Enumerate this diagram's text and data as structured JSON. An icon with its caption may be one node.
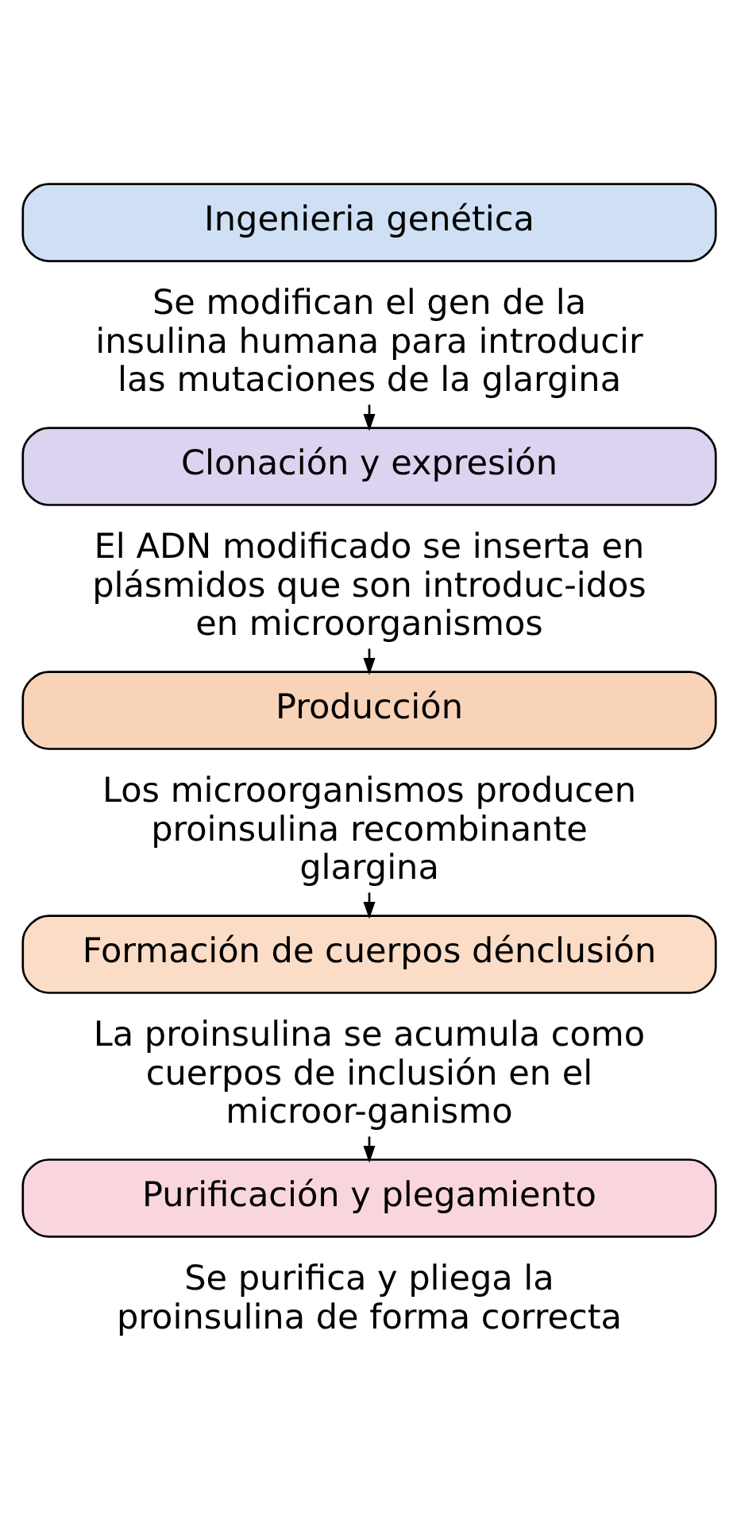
{
  "diagram": {
    "nodes": [
      {
        "text": [
          "Ingenieria genética"
        ]
      },
      {
        "text": [
          "Se modifican el gen de la insulina humana para introducir las mutaciones de la glargina"
        ]
      },
      {
        "text": [
          "Clonación y expresión"
        ]
      },
      {
        "text": [
          "El ADN modificado se inserta en plásmidos que son introduc-idos en microorganismos"
        ]
      },
      {
        "text": [
          "Producción"
        ]
      },
      {
        "text": [
          "Los microorganismos producen proinsulina recombinante glargina"
        ]
      },
      {
        "text": [
          "Formación de cuerpos dénclusión"
        ]
      },
      {
        "text": [
          "La proinsulina se acumula como cuerpos de inclusión en el microor-ganismo"
        ]
      },
      {
        "text": [
          "Purificación y plegamiento"
        ]
      },
      {
        "text": [
          "Se purifica y pliega la proinsulina de forma correcta"
        ]
      }
    ],
    "edges": [
      {
        "from": 1,
        "to": 2,
        "arrow": "to"
      },
      {
        "from": 3,
        "to": 4,
        "arrow": "to"
      },
      {
        "from": 5,
        "to": 6,
        "arrow": "to"
      },
      {
        "from": 7,
        "to": 8,
        "arrow": "to"
      }
    ]
  }
}
